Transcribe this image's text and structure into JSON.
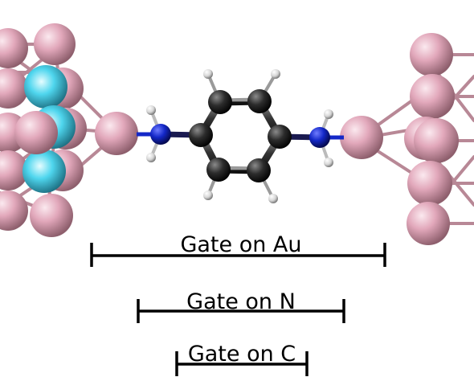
{
  "diagram": {
    "molecule": "benzene-1,4-diamine bridging gold electrodes",
    "colors": {
      "gold_atom": "#e2a8bb",
      "gold_bond": "#b88896",
      "cyan_atom": "#4fd6ee",
      "carbon": "#2c2c2c",
      "nitrogen": "#1428c8",
      "hydrogen": "#e6e6e6",
      "bracket": "#000000"
    },
    "brackets": [
      {
        "label": "Gate on Au"
      },
      {
        "label": "Gate on N"
      },
      {
        "label": "Gate on C"
      }
    ]
  }
}
